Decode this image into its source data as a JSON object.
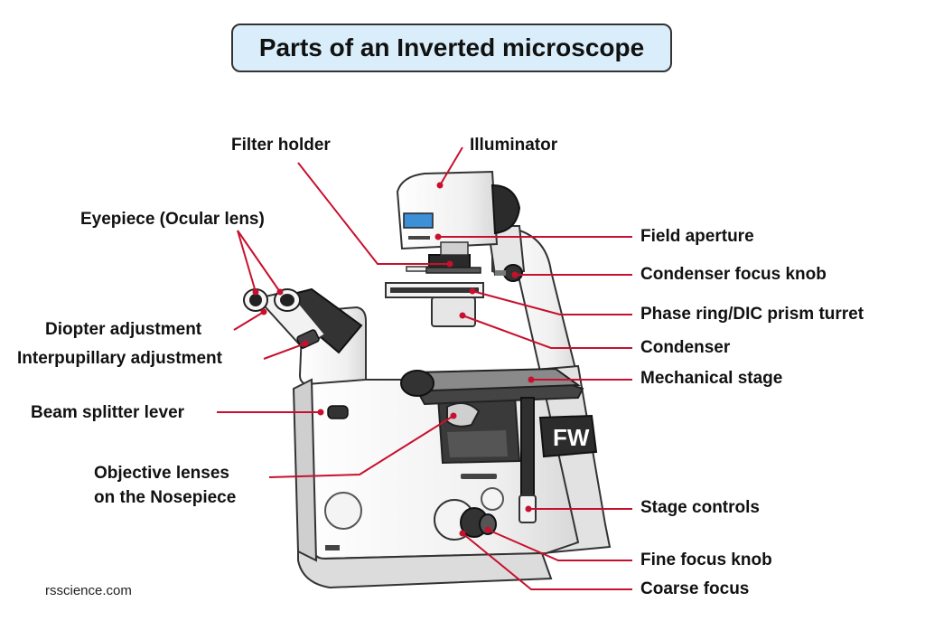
{
  "title": "Parts of an Inverted microscope",
  "labels": {
    "filter_holder": "Filter holder",
    "illuminator": "Illuminator",
    "eyepiece": "Eyepiece (Ocular lens)",
    "field_aperture": "Field aperture",
    "condenser_focus_knob": "Condenser focus knob",
    "diopter": "Diopter adjustment",
    "phase_ring": "Phase ring/DIC prism turret",
    "interpupillary": "Interpupillary adjustment",
    "condenser": "Condenser",
    "mechanical_stage": "Mechanical stage",
    "beam_splitter": "Beam splitter lever",
    "objective_line1": "Objective lenses",
    "objective_line2": "on the Nosepiece",
    "stage_controls": "Stage controls",
    "fine_focus": "Fine focus knob",
    "coarse_focus": "Coarse focus"
  },
  "stage_decal": "FW",
  "credit": "rsscience.com",
  "colors": {
    "leader_line": "#c8102e",
    "title_bg": "#d9eefa",
    "body_light": "#f2f2f2",
    "body_shadow": "#d6d6d6",
    "dark_part": "#2b2b2b",
    "display_blue": "#3d8fd6"
  }
}
